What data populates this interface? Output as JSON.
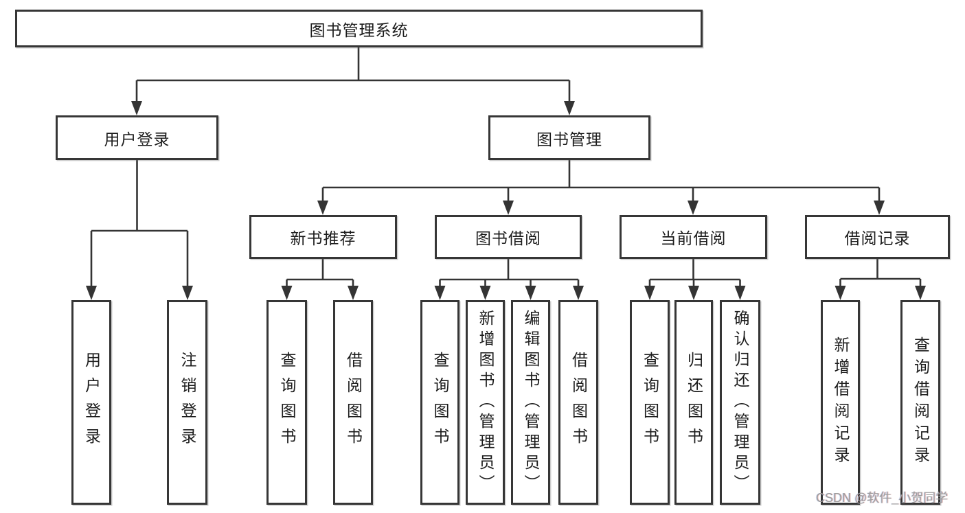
{
  "diagram_title": "图书管理系统",
  "tree": {
    "label": "图书管理系统",
    "children": [
      {
        "label": "用户登录",
        "children": [
          {
            "label": "用户登录"
          },
          {
            "label": "注销登录"
          }
        ]
      },
      {
        "label": "图书管理",
        "children": [
          {
            "label": "新书推荐",
            "children": [
              {
                "label": "查询图书"
              },
              {
                "label": "借阅图书"
              }
            ]
          },
          {
            "label": "图书借阅",
            "children": [
              {
                "label": "查询图书"
              },
              {
                "label": "新增图书（管理员）"
              },
              {
                "label": "编辑图书（管理员）"
              },
              {
                "label": "借阅图书"
              }
            ]
          },
          {
            "label": "当前借阅",
            "children": [
              {
                "label": "查询图书"
              },
              {
                "label": "归还图书"
              },
              {
                "label": "确认归还（管理员）"
              }
            ]
          },
          {
            "label": "借阅记录",
            "children": [
              {
                "label": "新增借阅记录"
              },
              {
                "label": "查询借阅记录"
              }
            ]
          }
        ]
      }
    ]
  },
  "watermark": {
    "text": "CSDN @软件_小贺同学"
  },
  "colors": {
    "line": "#343434",
    "box_border": "#363636",
    "background": "#ffffff",
    "watermark_text": "#9e9e9e"
  }
}
